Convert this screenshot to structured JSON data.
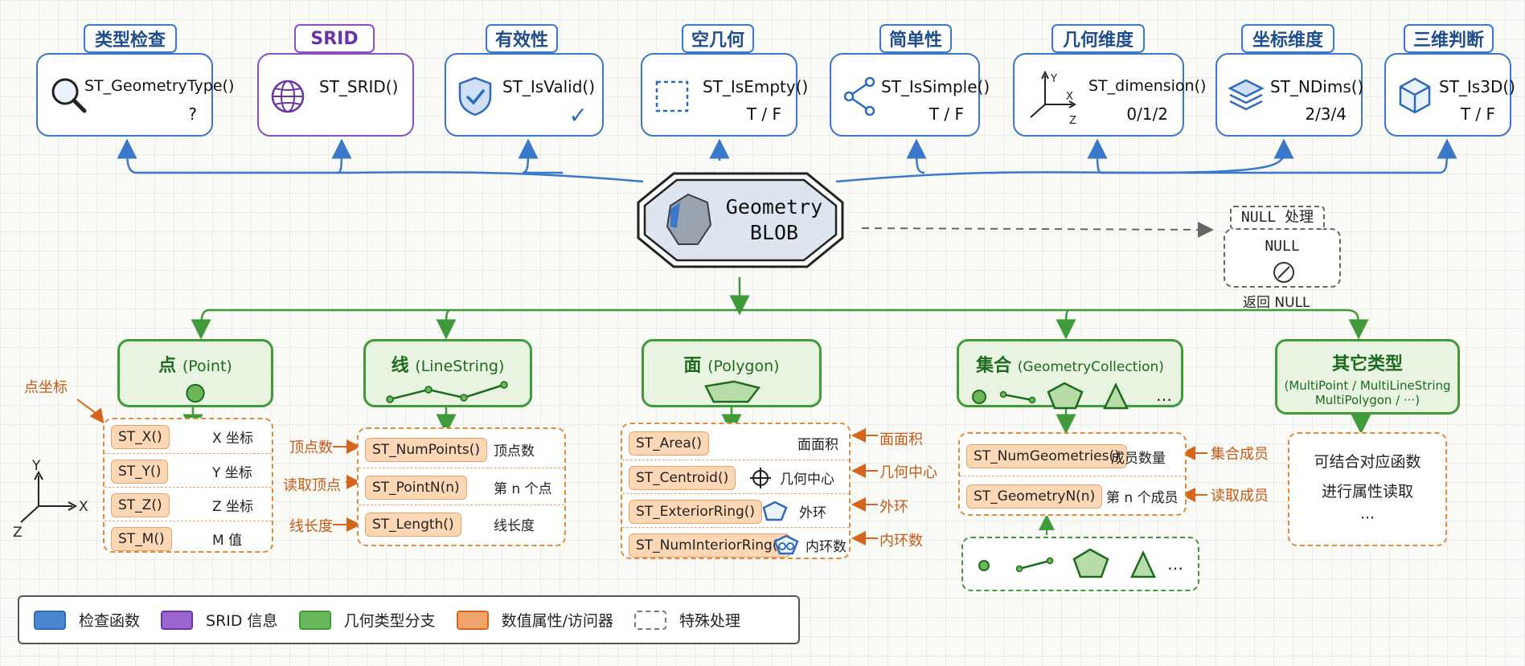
{
  "checks": [
    {
      "tag": "类型检查",
      "fn": "ST_GeometryType()",
      "result": "?",
      "icon": "magnifier-icon",
      "color": "blue"
    },
    {
      "tag": "SRID",
      "fn": "ST_SRID()",
      "result": "",
      "icon": "globe-icon",
      "color": "purple"
    },
    {
      "tag": "有效性",
      "fn": "ST_IsValid()",
      "result": "✓",
      "icon": "shield-check-icon",
      "color": "blue"
    },
    {
      "tag": "空几何",
      "fn": "ST_IsEmpty()",
      "result": "T / F",
      "icon": "dashed-square-icon",
      "color": "blue"
    },
    {
      "tag": "简单性",
      "fn": "ST_IsSimple()",
      "result": "T / F",
      "icon": "share-nodes-icon",
      "color": "blue"
    },
    {
      "tag": "几何维度",
      "fn": "ST_dimension()",
      "result": "0/1/2",
      "icon": "axes-icon",
      "color": "blue"
    },
    {
      "tag": "坐标维度",
      "fn": "ST_NDims()",
      "result": "2/3/4",
      "icon": "layers-icon",
      "color": "blue"
    },
    {
      "tag": "三维判断",
      "fn": "ST_Is3D()",
      "result": "T / F",
      "icon": "cube-icon",
      "color": "blue"
    }
  ],
  "hub": {
    "line1": "Geometry",
    "line2": "BLOB"
  },
  "null_handling": {
    "tag": "NULL 处理",
    "value": "NULL",
    "note": "返回 NULL"
  },
  "axes": {
    "x": "X",
    "y": "Y",
    "z": "Z"
  },
  "branches": {
    "point": {
      "title": "点",
      "title_en": "(Point)",
      "side_label": "点坐标",
      "rows": [
        {
          "fn": "ST_X()",
          "desc": "X 坐标"
        },
        {
          "fn": "ST_Y()",
          "desc": "Y 坐标"
        },
        {
          "fn": "ST_Z()",
          "desc": "Z 坐标"
        },
        {
          "fn": "ST_M()",
          "desc": "M 值"
        }
      ]
    },
    "line": {
      "title": "线",
      "title_en": "(LineString)",
      "rows": [
        {
          "fn": "ST_NumPoints()",
          "desc": "顶点数",
          "label": "顶点数"
        },
        {
          "fn": "ST_PointN(n)",
          "desc": "第 n 个点",
          "label": "读取顶点"
        },
        {
          "fn": "ST_Length()",
          "desc": "线长度",
          "label": "线长度"
        }
      ]
    },
    "polygon": {
      "title": "面",
      "title_en": "(Polygon)",
      "rows": [
        {
          "fn": "ST_Area()",
          "desc": "面面积",
          "label": "面面积"
        },
        {
          "fn": "ST_Centroid()",
          "desc": "几何中心",
          "label": "几何中心"
        },
        {
          "fn": "ST_ExteriorRing()",
          "desc": "外环",
          "label": "外环"
        },
        {
          "fn": "ST_NumInteriorRing()",
          "desc": "内环数",
          "label": "内环数"
        }
      ]
    },
    "collection": {
      "title": "集合",
      "title_en": "(GeometryCollection)",
      "more": "…",
      "rows": [
        {
          "fn": "ST_NumGeometries()",
          "desc": "成员数量",
          "label": "集合成员"
        },
        {
          "fn": "ST_GeometryN(n)",
          "desc": "第 n 个成员",
          "label": "读取成员"
        }
      ]
    },
    "other": {
      "title": "其它类型",
      "subtitle1": "(MultiPoint / MultiLineString",
      "subtitle2": "MultiPolygon / ···)",
      "note1": "可结合对应函数",
      "note2": "进行属性读取",
      "note3": "···"
    }
  },
  "legend": [
    {
      "label": "检查函数",
      "color": "#4a86d0"
    },
    {
      "label": "SRID 信息",
      "color": "#9b66cf"
    },
    {
      "label": "几何类型分支",
      "color": "#6cb65a"
    },
    {
      "label": "数值属性/访问器",
      "color": "#f0a36a"
    },
    {
      "label": "特殊处理",
      "color": "#9a9a9a"
    }
  ]
}
